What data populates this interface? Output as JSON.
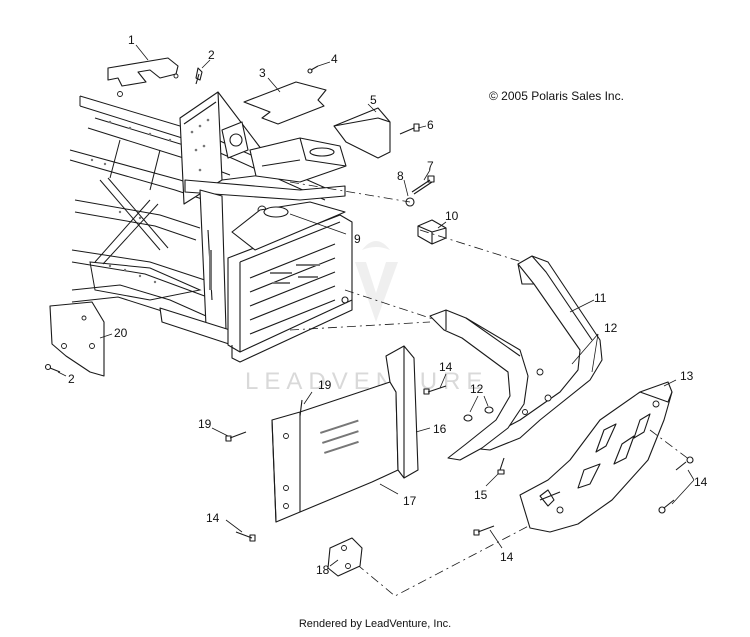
{
  "copyright": "© 2005 Polaris Sales Inc.",
  "footer": "Rendered by LeadVenture, Inc.",
  "watermark": "LEADVENTURE",
  "callouts": [
    {
      "id": "c1",
      "text": "1"
    },
    {
      "id": "c2a",
      "text": "2"
    },
    {
      "id": "c2b",
      "text": "2"
    },
    {
      "id": "c3",
      "text": "3"
    },
    {
      "id": "c4",
      "text": "4"
    },
    {
      "id": "c5",
      "text": "5"
    },
    {
      "id": "c6",
      "text": "6"
    },
    {
      "id": "c7",
      "text": "7"
    },
    {
      "id": "c8",
      "text": "8"
    },
    {
      "id": "c9",
      "text": "9"
    },
    {
      "id": "c10",
      "text": "10"
    },
    {
      "id": "c11",
      "text": "11"
    },
    {
      "id": "c12a",
      "text": "12"
    },
    {
      "id": "c12b",
      "text": "12"
    },
    {
      "id": "c13",
      "text": "13"
    },
    {
      "id": "c14a",
      "text": "14"
    },
    {
      "id": "c14b",
      "text": "14"
    },
    {
      "id": "c14c",
      "text": "14"
    },
    {
      "id": "c14d",
      "text": "14"
    },
    {
      "id": "c15",
      "text": "15"
    },
    {
      "id": "c16",
      "text": "16"
    },
    {
      "id": "c17",
      "text": "17"
    },
    {
      "id": "c18",
      "text": "18"
    },
    {
      "id": "c19a",
      "text": "19"
    },
    {
      "id": "c19b",
      "text": "19"
    },
    {
      "id": "c20",
      "text": "20"
    }
  ]
}
